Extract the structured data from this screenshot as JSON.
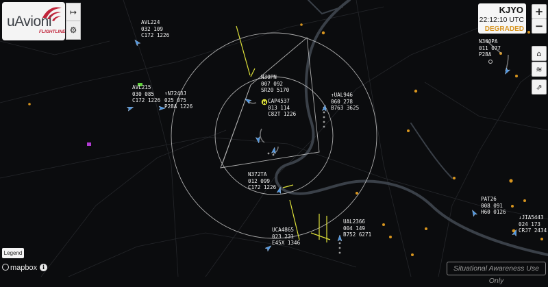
{
  "logo": {
    "name": "uAvioni",
    "subtitle": "FLIGHTLINE"
  },
  "station": {
    "code": "KJYO",
    "time": "22:12:10 UTC",
    "status": "DEGRADED",
    "status_color": "#d8951e"
  },
  "controls": {
    "zoom_in": "+",
    "zoom_out": "−"
  },
  "legend_label": "Legend",
  "attribution": "mapbox",
  "disclaimer": "Situational Awareness Use Only",
  "aircraft": [
    {
      "id": "avl224",
      "line1": "AVL224",
      "line2": "032 109",
      "line3": "C172 1226"
    },
    {
      "id": "avl215",
      "line1": "AVL215",
      "line2": "030 085",
      "line3": "C172 1226"
    },
    {
      "id": "n7243j",
      "line1": "↑N7243J",
      "line2": "025 075",
      "line3": "P28A 1226"
    },
    {
      "id": "n30pn",
      "line1": "N30PN",
      "line2": "007 092",
      "line3": "SR20 5170"
    },
    {
      "id": "cap4537",
      "line1": "CAP4537",
      "line2": "013 114",
      "line3": "C82T 1226"
    },
    {
      "id": "ual946",
      "line1": "↑UAL946",
      "line2": "060 278",
      "line3": "B763 3625"
    },
    {
      "id": "n372ta",
      "line1": "N372TA",
      "line2": "012 099",
      "line3": "C172 1226"
    },
    {
      "id": "uca4865",
      "line1": "UCA4865",
      "line2": "023 231",
      "line3": "E45X 1346"
    },
    {
      "id": "ual2366",
      "line1": "UAL2366",
      "line2": "004 149",
      "line3": "B752 6271"
    },
    {
      "id": "pat26",
      "line1": "PAT26",
      "line2": "008 091",
      "line3": "H60 0126"
    },
    {
      "id": "jia5443",
      "line1": "↓JIA5443",
      "line2": "024 173",
      "line3": "CRJ7 2434"
    },
    {
      "id": "n340pa",
      "line1": "N340PA",
      "line2": "011 077",
      "line3": "P28A"
    }
  ],
  "colors": {
    "background": "#0b0c0e",
    "aircraft": "#4d95e0",
    "range_rings": "#d7d7d7",
    "runway": "#dfe23a",
    "river": "#3a4048",
    "airport": "#d8951e",
    "text": "#f2f2f2"
  }
}
